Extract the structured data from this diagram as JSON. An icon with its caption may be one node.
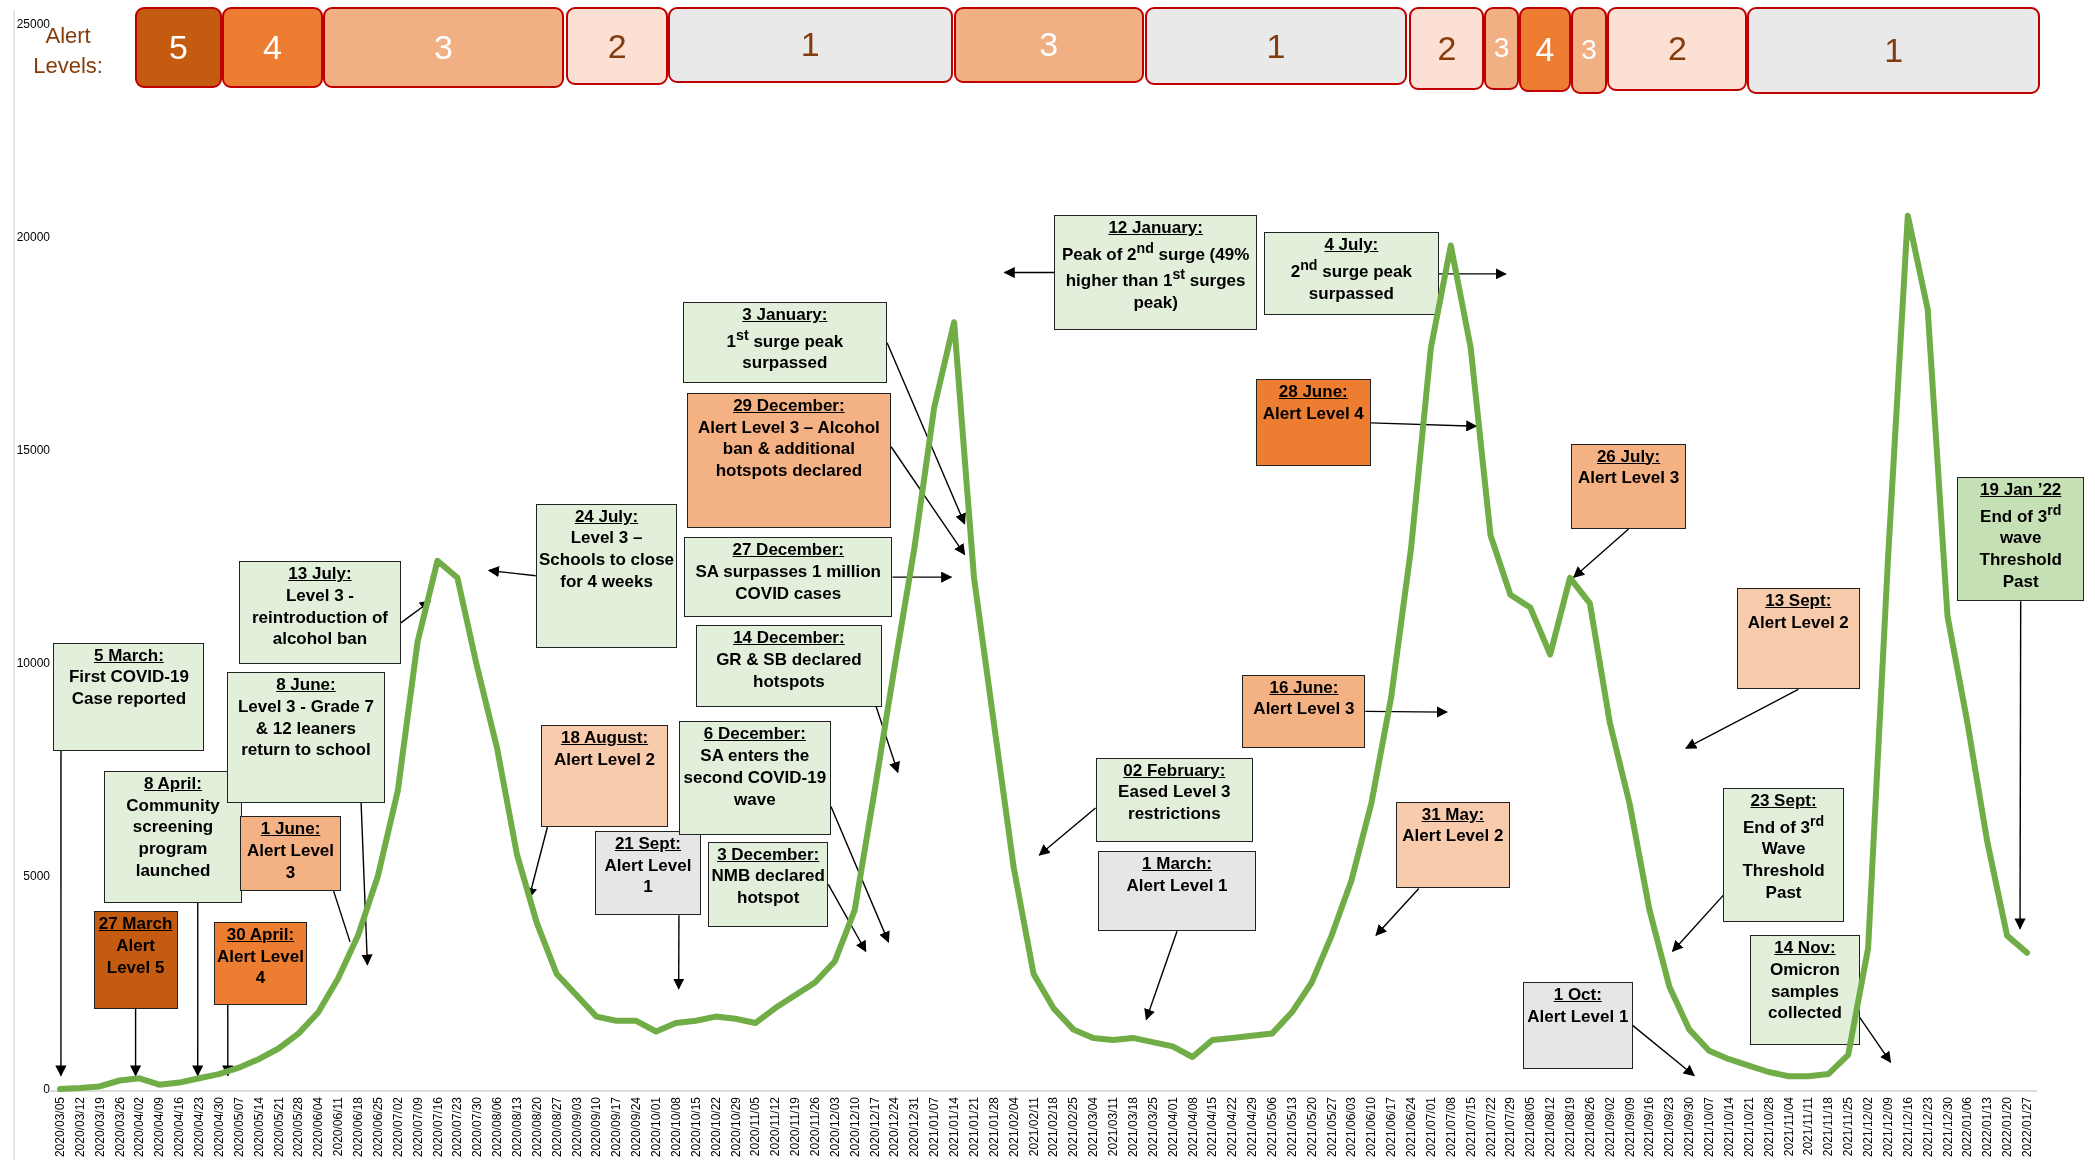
{
  "diagram": {
    "nodes": [
      {
        "text": [
          "5"
        ]
      },
      {
        "text": [
          "4"
        ]
      },
      {
        "text": [
          "3"
        ]
      },
      {
        "text": [
          "2"
        ]
      },
      {
        "text": [
          "1"
        ]
      },
      {
        "text": [
          "3"
        ]
      },
      {
        "text": [
          "1"
        ]
      },
      {
        "text": [
          "2"
        ]
      },
      {
        "text": [
          "3"
        ]
      },
      {
        "text": [
          "4"
        ]
      },
      {
        "text": [
          "3"
        ]
      },
      {
        "text": [
          "2"
        ]
      },
      {
        "text": [
          "1"
        ]
      },
      {
        "text": [
          "5 March:",
          "First COVID-19 Case reported"
        ]
      },
      {
        "text": [
          "8 April:",
          "Community screening program launched"
        ]
      },
      {
        "text": [
          "27 March",
          "Alert Level 5"
        ]
      },
      {
        "text": [
          "30 April:",
          "Alert Level 4"
        ]
      },
      {
        "text": [
          "1 June:",
          "Alert Level 3"
        ]
      },
      {
        "text": [
          "8 June:",
          "Level 3 - Grade 7 & 12 leaners return to school"
        ]
      },
      {
        "text": [
          "13 July:",
          "Level 3 - reintroduction of alcohol ban"
        ]
      },
      {
        "text": [
          "24 July:",
          "Level 3 – Schools to close for 4 weeks"
        ]
      },
      {
        "text": [
          "18 August:",
          "Alert Level 2"
        ]
      },
      {
        "text": [
          "21 Sept:",
          "Alert Level 1"
        ]
      },
      {
        "text": [
          "3 January:",
          "1$^{st}$ surge peak surpassed"
        ]
      },
      {
        "text": [
          "29 December:",
          "Alert Level 3 – Alcohol ban & additional hotspots declared"
        ]
      },
      {
        "text": [
          "27 December:",
          "SA surpasses 1 million COVID cases"
        ]
      },
      {
        "text": [
          "14 December:",
          "GR & SB declared hotspots"
        ]
      },
      {
        "text": [
          "6 December:",
          "SA enters the second COVID-19 wave"
        ]
      },
      {
        "text": [
          "3 December:",
          "NMB declared hotspot"
        ]
      },
      {
        "text": [
          "12 January:",
          "Peak of 2$^{nd}$ surge (49% higher than 1$^{st}$ surges peak)"
        ]
      },
      {
        "text": [
          "02 February:",
          "Eased Level 3 restrictions"
        ]
      },
      {
        "text": [
          "1 March:",
          "Alert Level 1"
        ]
      },
      {
        "text": [
          "4 July:",
          "2$^{nd}$ surge peak surpassed"
        ]
      },
      {
        "text": [
          "28 June:",
          "Alert Level 4"
        ]
      },
      {
        "text": [
          "16 June:",
          "Alert Level 3"
        ]
      },
      {
        "text": [
          "31 May:",
          "Alert Level 2"
        ]
      },
      {
        "text": [
          "26 July:",
          "Alert Level 3"
        ]
      },
      {
        "text": [
          "23 Sept:",
          "End of 3$^{rd}$ Wave Threshold Past"
        ]
      },
      {
        "text": [
          "1 Oct:",
          "Alert Level 1"
        ]
      },
      {
        "text": [
          "13 Sept:",
          "Alert Level 2"
        ]
      },
      {
        "text": [
          "14 Nov:",
          "Omicron samples collected"
        ]
      },
      {
        "text": [
          "19 Jan ’22",
          "End of 3$^{rd}$ wave Threshold Past"
        ]
      }
    ],
    "edges": [
      {
        "from": 13,
        "to": null,
        "arrow": "to"
      },
      {
        "from": 14,
        "to": null,
        "arrow": "to"
      },
      {
        "from": 15,
        "to": null,
        "arrow": "to"
      },
      {
        "from": 16,
        "to": null,
        "arrow": "to"
      },
      {
        "from": 17,
        "to": null,
        "arrow": "none"
      },
      {
        "from": 18,
        "to": null,
        "arrow": "to"
      },
      {
        "from": 19,
        "to": null,
        "arrow": "to"
      },
      {
        "from": 20,
        "to": null,
        "arrow": "to"
      },
      {
        "from": 21,
        "to": null,
        "arrow": "to"
      },
      {
        "from": 22,
        "to": null,
        "arrow": "to"
      },
      {
        "from": 23,
        "to": null,
        "arrow": "to"
      },
      {
        "from": 24,
        "to": null,
        "arrow": "to"
      },
      {
        "from": 25,
        "to": null,
        "arrow": "to"
      },
      {
        "from": 26,
        "to": null,
        "arrow": "to"
      },
      {
        "from": 27,
        "to": null,
        "arrow": "to"
      },
      {
        "from": 28,
        "to": null,
        "arrow": "to"
      },
      {
        "from": 29,
        "to": null,
        "arrow": "to"
      },
      {
        "from": 30,
        "to": null,
        "arrow": "to"
      },
      {
        "from": 31,
        "to": null,
        "arrow": "to"
      },
      {
        "from": 32,
        "to": null,
        "arrow": "to"
      },
      {
        "from": 33,
        "to": null,
        "arrow": "to"
      },
      {
        "from": 34,
        "to": null,
        "arrow": "to"
      },
      {
        "from": 35,
        "to": null,
        "arrow": "to"
      },
      {
        "from": 36,
        "to": null,
        "arrow": "to"
      },
      {
        "from": 37,
        "to": null,
        "arrow": "to"
      },
      {
        "from": 38,
        "to": null,
        "arrow": "to"
      },
      {
        "from": 39,
        "to": null,
        "arrow": "to"
      },
      {
        "from": 40,
        "to": null,
        "arrow": "to"
      },
      {
        "from": 41,
        "to": null,
        "arrow": "to"
      }
    ],
    "labels": [
      "Alert Levels:"
    ],
    "chart_data": {
      "type": "line",
      "categories": [
        "2020/03/05",
        "2020/03/12",
        "2020/03/19",
        "2020/03/26",
        "2020/04/02",
        "2020/04/09",
        "2020/04/16",
        "2020/04/23",
        "2020/04/30",
        "2020/05/07",
        "2020/05/14",
        "2020/05/21",
        "2020/05/28",
        "2020/06/04",
        "2020/06/11",
        "2020/06/18",
        "2020/06/25",
        "2020/07/02",
        "2020/07/09",
        "2020/07/16",
        "2020/07/23",
        "2020/07/30",
        "2020/08/06",
        "2020/08/13",
        "2020/08/20",
        "2020/08/27",
        "2020/09/03",
        "2020/09/10",
        "2020/09/17",
        "2020/09/24",
        "2020/10/01",
        "2020/10/08",
        "2020/10/15",
        "2020/10/22",
        "2020/10/29",
        "2020/11/05",
        "2020/11/12",
        "2020/11/19",
        "2020/11/26",
        "2020/12/03",
        "2020/12/10",
        "2020/12/17",
        "2020/12/24",
        "2020/12/31",
        "2021/01/07",
        "2021/01/14",
        "2021/01/21",
        "2021/01/28",
        "2021/02/04",
        "2021/02/11",
        "2021/02/18",
        "2021/02/25",
        "2021/03/04",
        "2021/03/11",
        "2021/03/18",
        "2021/03/25",
        "2021/04/01",
        "2021/04/08",
        "2021/04/15",
        "2021/04/22",
        "2021/04/29",
        "2021/05/06",
        "2021/05/13",
        "2021/05/20",
        "2021/05/27",
        "2021/06/03",
        "2021/06/10",
        "2021/06/17",
        "2021/06/24",
        "2021/07/01",
        "2021/07/08",
        "2021/07/15",
        "2021/07/22",
        "2021/07/29",
        "2021/08/05",
        "2021/08/12",
        "2021/08/19",
        "2021/08/26",
        "2021/09/02",
        "2021/09/09",
        "2021/09/16",
        "2021/09/23",
        "2021/09/30",
        "2021/10/07",
        "2021/10/14",
        "2021/10/21",
        "2021/10/28",
        "2021/11/04",
        "2021/11/11",
        "2021/11/18",
        "2021/11/25",
        "2021/12/02",
        "2021/12/09",
        "2021/12/16",
        "2021/12/23",
        "2021/12/30",
        "2022/01/06",
        "2022/01/13",
        "2022/01/20",
        "2022/01/27"
      ],
      "series": [
        {
          "color": "#70ad47",
          "values": [
            0,
            20,
            60,
            200,
            250,
            100,
            150,
            250,
            350,
            500,
            700,
            950,
            1300,
            1800,
            2600,
            3600,
            5000,
            7000,
            10500,
            12400,
            12000,
            9900,
            8000,
            5500,
            3900,
            2700,
            2200,
            1700,
            1600,
            1600,
            1350,
            1550,
            1600,
            1700,
            1650,
            1550,
            1900,
            2200,
            2500,
            3000,
            4200,
            7000,
            9900,
            12700,
            16000,
            18000,
            12000,
            8600,
            5200,
            2700,
            1900,
            1400,
            1200,
            1150,
            1200,
            1100,
            1000,
            750,
            1150,
            1200,
            1250,
            1300,
            1800,
            2500,
            3600,
            4900,
            6700,
            9200,
            12700,
            17400,
            19800,
            17400,
            13000,
            11600,
            11300,
            10200,
            12000,
            11400,
            8600,
            6700,
            4200,
            2400,
            1400,
            900,
            700,
            550,
            400,
            300,
            300,
            350,
            800,
            3300,
            12400,
            20500,
            18300,
            11100,
            8600,
            5800,
            3600,
            3200
          ]
        }
      ],
      "ylim": [
        0,
        25000
      ],
      "yticks": [
        0,
        5000,
        10000,
        15000,
        20000,
        25000
      ]
    }
  }
}
